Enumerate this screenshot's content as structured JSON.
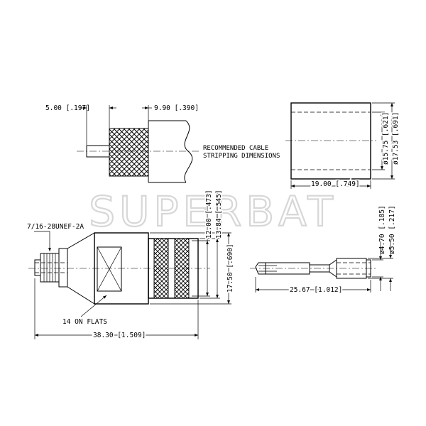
{
  "watermark": "SUPERBAT",
  "cable_view": {
    "dim_left": "5.00 [.197]",
    "dim_right": "9.90 [.390]",
    "note_line1": "RECOMMENDED CABLE",
    "note_line2": "STRIPPING DIMENSIONS"
  },
  "ferrule_view": {
    "dim_length": "19.00 [.749]",
    "dim_id": "ø15.75 [.621]",
    "dim_od": "ø17.53 [.691]"
  },
  "connector_view": {
    "thread_label": "7/16-28UNEF-2A",
    "flats_label": "14 ON FLATS",
    "dim_overall": "38.30 [1.509]",
    "dim_12": "12.00 [.473]",
    "dim_13": "13.84 [.545]",
    "dim_17": "17.50 [.690]"
  },
  "pin_view": {
    "dim_length": "25.67 [1.012]",
    "dim_d1": "ø4.70 [.185]",
    "dim_d2": "ø5.50 [.217]"
  }
}
